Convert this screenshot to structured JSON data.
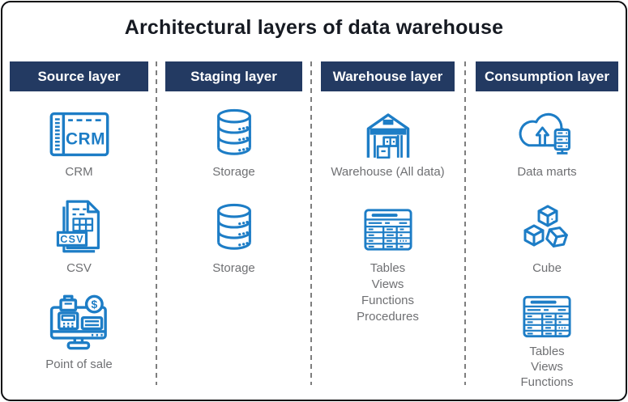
{
  "title": "Architectural layers of data warehouse",
  "colors": {
    "header_bg": "#233a62",
    "icon_blue": "#1d7dc6",
    "label_gray": "#6f7073",
    "divider_gray": "#7e7e7e",
    "title_color": "#161a22",
    "frame_black": "#0c0d10"
  },
  "columns": [
    {
      "header": "Source layer",
      "items": [
        {
          "icon": "crm-icon",
          "label": "CRM"
        },
        {
          "icon": "csv-file-icon",
          "label": "CSV"
        },
        {
          "icon": "point-of-sale-icon",
          "label": "Point of sale"
        }
      ]
    },
    {
      "header": "Staging layer",
      "items": [
        {
          "icon": "database-icon",
          "label": "Storage"
        },
        {
          "icon": "database-icon",
          "label": "Storage"
        }
      ]
    },
    {
      "header": "Warehouse layer",
      "items": [
        {
          "icon": "warehouse-icon",
          "label": "Warehouse (All data)"
        },
        {
          "icon": "table-icon",
          "label": "Tables\nViews\nFunctions\nProcedures"
        }
      ]
    },
    {
      "header": "Consumption layer",
      "items": [
        {
          "icon": "cloud-upload-server-icon",
          "label": "Data marts"
        },
        {
          "icon": "cube-icon",
          "label": "Cube"
        },
        {
          "icon": "table-icon",
          "label": "Tables\nViews\nFunctions"
        }
      ]
    }
  ]
}
